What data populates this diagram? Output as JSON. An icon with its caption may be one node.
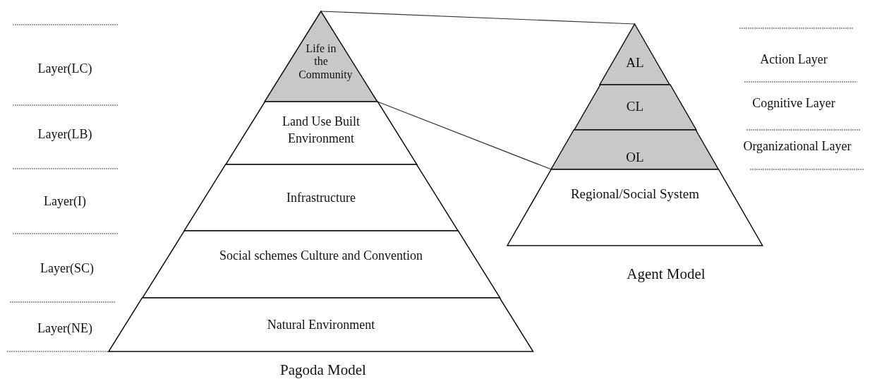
{
  "diagram": {
    "nodes": [
      {
        "text": [
          "Life in the Community"
        ]
      },
      {
        "text": [
          "Land Use Built Environment"
        ]
      },
      {
        "text": [
          "Infrastructure"
        ]
      },
      {
        "text": [
          "Social schemes Culture and Convention"
        ]
      },
      {
        "text": [
          "Natural Environment"
        ]
      },
      {
        "text": [
          "AL"
        ]
      },
      {
        "text": [
          "CL"
        ]
      },
      {
        "text": [
          "OL"
        ]
      },
      {
        "text": [
          "Regional/Social System"
        ]
      }
    ],
    "edges": [
      {
        "from": 0,
        "to": 5,
        "arrow": "none"
      },
      {
        "from": 0,
        "to": 7,
        "arrow": "none"
      }
    ],
    "labels": [
      "Layer(LC)",
      "Action Layer",
      "Cognitive Layer",
      "Organizational Layer",
      "Layer(LB)",
      "Layer(I)",
      "Layer(SC)",
      "Agent Model",
      "Layer(NE)",
      "Pagoda Model"
    ]
  }
}
